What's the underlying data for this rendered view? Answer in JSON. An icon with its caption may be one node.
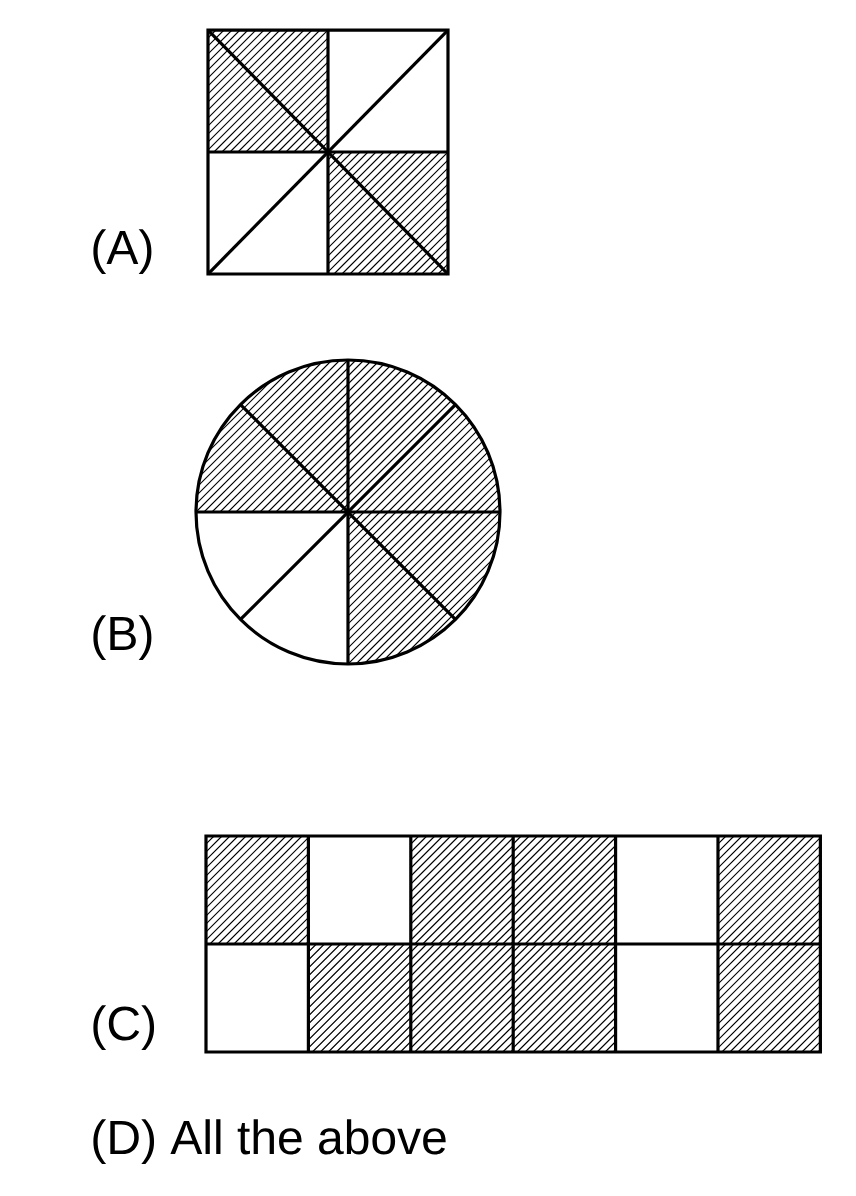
{
  "diagram": {
    "labels": [
      "(A)",
      "(B)",
      "(C)",
      "(D) All the above"
    ]
  }
}
